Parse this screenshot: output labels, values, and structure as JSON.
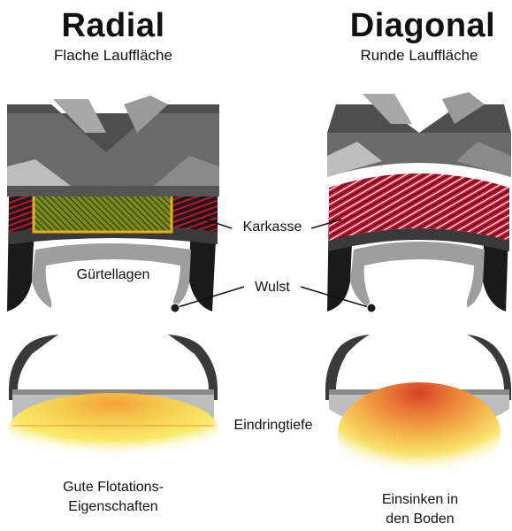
{
  "left": {
    "title": "Radial",
    "subtitle": "Flache Lauffläche",
    "caption_line1": "Gute Flotations-",
    "caption_line2": "Eigenschaften"
  },
  "right": {
    "title": "Diagonal",
    "subtitle": "Runde Lauffläche",
    "caption_line1": "Einsinken in",
    "caption_line2": "den Boden"
  },
  "labels": {
    "karkasse": "Karkasse",
    "guertellagen": "Gürtellagen",
    "wulst": "Wulst",
    "eindringtiefe": "Eindringtiefe"
  },
  "colors": {
    "tread_dark": "#5b5b5b",
    "tread_mid": "#7a7a7a",
    "tread_light": "#bdbdbd",
    "carcass_red": "#c8102e",
    "belt_green": "#7a8a1c",
    "belt_yellow": "#e3b21a",
    "pressure_yellow": "#f4e04a",
    "pressure_orange": "#f0a030",
    "pressure_red": "#d84a28"
  }
}
